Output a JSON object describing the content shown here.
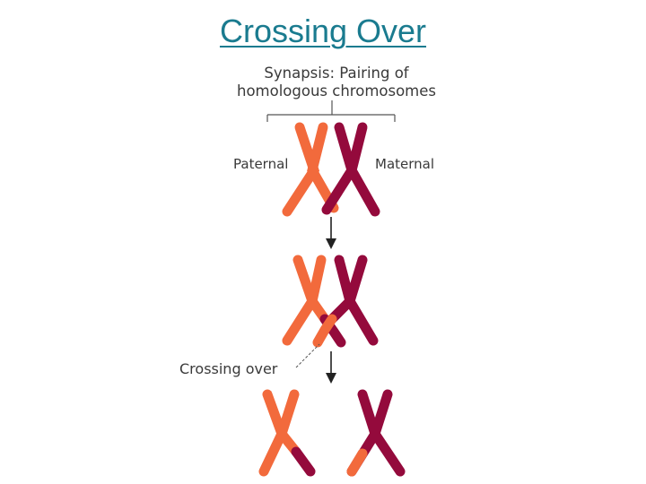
{
  "title": "Crossing Over",
  "heading": {
    "line1": "Synapsis: Pairing of",
    "line2": "homologous chromosomes"
  },
  "labels": {
    "paternal": "Paternal",
    "maternal": "Maternal",
    "crossing_over": "Crossing over"
  },
  "colors": {
    "title": "#1a7b8f",
    "paternal": "#f26a3c",
    "maternal": "#940a3c",
    "text": "#3a3a3a"
  }
}
